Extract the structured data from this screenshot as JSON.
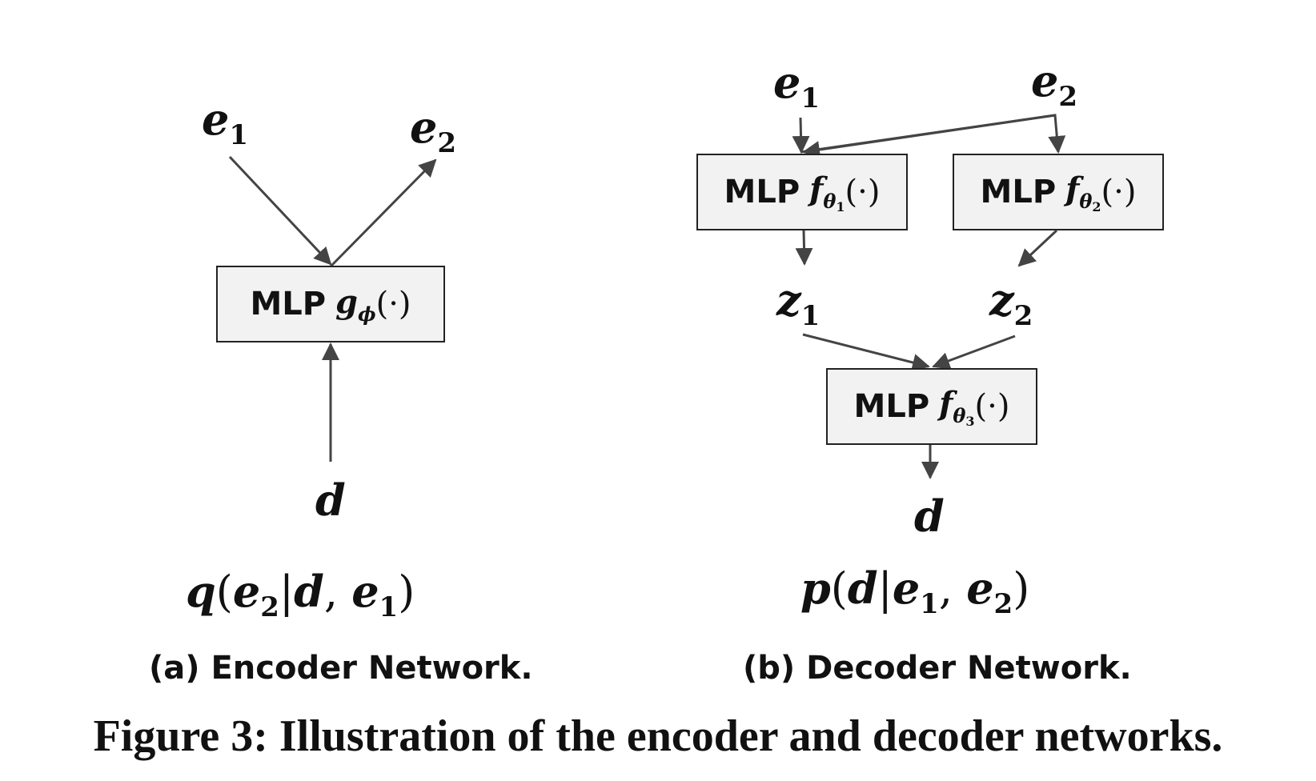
{
  "encoder": {
    "inputs": [
      {
        "symbol": "e",
        "sub": "1"
      },
      {
        "symbol": "e",
        "sub": "2"
      }
    ],
    "box": {
      "mlp": "MLP",
      "fn": "g",
      "fn_sub": "ϕ",
      "args": "(·)"
    },
    "data_node": "d",
    "formula": {
      "q": "q",
      "e2_sym": "e",
      "e2_sub": "2",
      "d": "d",
      "e1_sym": "e",
      "e1_sub": "1"
    },
    "caption": "(a) Encoder Network."
  },
  "decoder": {
    "inputs": [
      {
        "symbol": "e",
        "sub": "1"
      },
      {
        "symbol": "e",
        "sub": "2"
      }
    ],
    "box1": {
      "mlp": "MLP",
      "fn": "f",
      "fn_sub": "θ",
      "fn_subsub": "1",
      "args": "(·)"
    },
    "box2": {
      "mlp": "MLP",
      "fn": "f",
      "fn_sub": "θ",
      "fn_subsub": "2",
      "args": "(·)"
    },
    "latents": [
      {
        "symbol": "z",
        "sub": "1"
      },
      {
        "symbol": "z",
        "sub": "2"
      }
    ],
    "box3": {
      "mlp": "MLP",
      "fn": "f",
      "fn_sub": "θ",
      "fn_subsub": "3",
      "args": "(·)"
    },
    "data_node": "d",
    "formula": {
      "p": "p",
      "d": "d",
      "e1_sym": "e",
      "e1_sub": "1",
      "e2_sym": "e",
      "e2_sub": "2"
    },
    "caption": "(b) Decoder Network."
  },
  "figure_caption": "Figure 3: Illustration of the encoder and decoder networks.",
  "colors": {
    "box_fill": "#f2f2f2",
    "box_border": "#222222",
    "arrow": "#444444",
    "text": "#111111"
  }
}
